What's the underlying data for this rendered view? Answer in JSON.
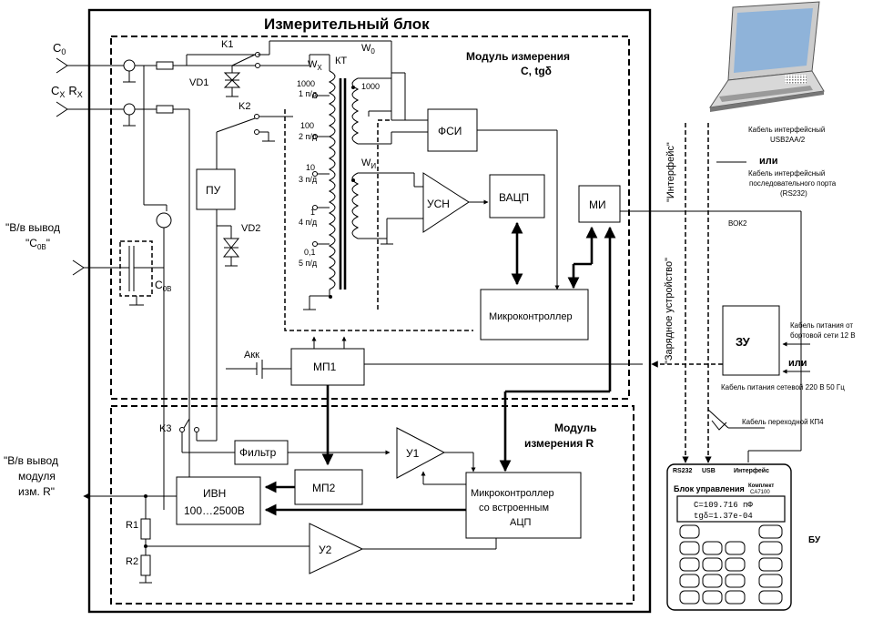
{
  "diagram": {
    "title": "Измерительный блок",
    "module_c": [
      "Модуль измерения",
      "C, tgδ"
    ],
    "module_r": [
      "Модуль",
      "измерения R"
    ],
    "inputs": {
      "c0": "C",
      "c0_sub": "0",
      "cx": "C",
      "cx_sub": "X",
      "rx": "R",
      "rx_sub": "X",
      "hv_c0b": [
        "\"В/в вывод",
        "C0В\""
      ],
      "hv_r": [
        "\"В/в вывод",
        "модуля",
        "изм. R\""
      ]
    },
    "components": {
      "k1": "K1",
      "k2": "K2",
      "k3": "K3",
      "vd1": "VD1",
      "vd2": "VD2",
      "pu": "ПУ",
      "c0b": "C0В",
      "akk": "Акк",
      "r1": "R1",
      "r2": "R2"
    },
    "transformer": {
      "wx": "W",
      "wx_sub": "X",
      "kt": "КТ",
      "w0": "W",
      "w0_sub": "0",
      "w0_turns": "1000",
      "wn": "W",
      "wn_sub": "И",
      "taps": [
        [
          "1000",
          "1 п/д"
        ],
        [
          "100",
          "2 п/д"
        ],
        [
          "10",
          "3 п/д"
        ],
        [
          "1",
          "4 п/д"
        ],
        [
          "0,1",
          "5 п/д"
        ]
      ]
    },
    "blocks": {
      "fsi": "ФСИ",
      "usn": "УСН",
      "vacp": "ВАЦП",
      "mi": "МИ",
      "mcu": "Микроконтроллер",
      "mp1": "МП1",
      "filter": "Фильтр",
      "mp2": "МП2",
      "u1": "У1",
      "u2": "У2",
      "ivn": [
        "ИВН",
        "100…2500В"
      ],
      "mcu_adc": [
        "Микроконтроллер",
        "со встроенным",
        "АЦП"
      ],
      "zu": "ЗУ"
    },
    "cables": {
      "interface_vert": "\"Интерфейс\"",
      "charger_vert": "\"Зарядное устройство\"",
      "usb_cable": [
        "Кабель интерфейсный",
        "USB2AA/2"
      ],
      "or1": "или",
      "serial_cable": [
        "Кабель интерфейсный",
        "последовательного порта",
        "(RS232)"
      ],
      "vok2": "ВОК2",
      "power_onboard": [
        "Кабель питания от",
        "бортовой сети 12 В"
      ],
      "or2": "или",
      "power_mains": "Кабель питания сетевой 220 В 50 Гц",
      "adapter": "Кабель переходной КП4"
    },
    "control_unit": {
      "ports": [
        "RS232",
        "USB",
        "Интерфейс"
      ],
      "title": "Блок управления",
      "kit": [
        "Комплект",
        "CA7100"
      ],
      "display": [
        "C=109.716 пФ",
        "tgδ=1.37e-04"
      ],
      "label": "БУ"
    }
  }
}
